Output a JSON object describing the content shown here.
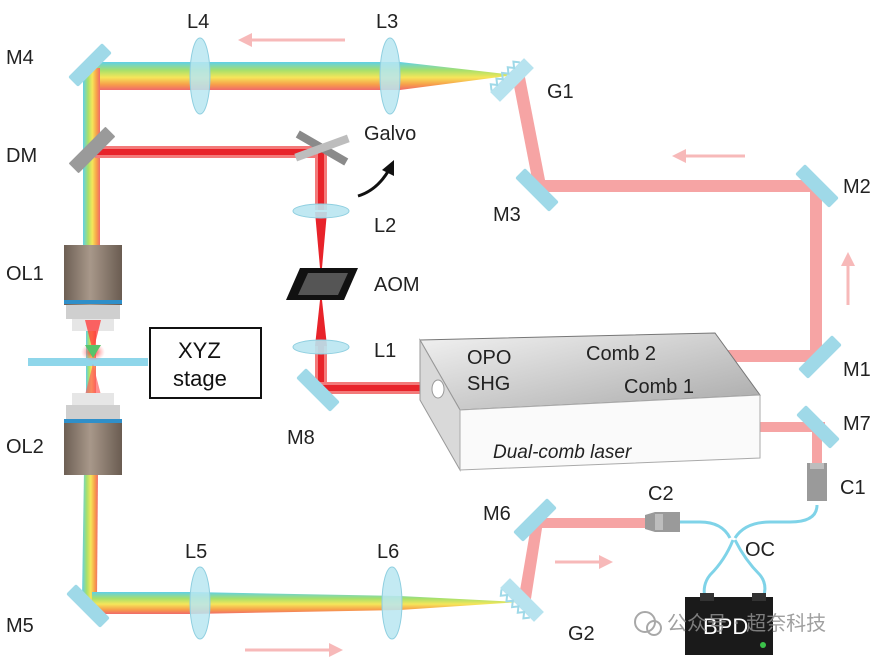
{
  "figure": {
    "labels": {
      "m4": "M4",
      "l4": "L4",
      "l3": "L3",
      "g1": "G1",
      "dm": "DM",
      "galvo": "Galvo",
      "l2": "L2",
      "m2": "M2",
      "m3": "M3",
      "ol1": "OL1",
      "aom": "AOM",
      "xyz_line1": "XYZ",
      "xyz_line2": "stage",
      "l1": "L1",
      "opo": "OPO",
      "shg": "SHG",
      "comb2": "Comb 2",
      "comb1": "Comb 1",
      "m1": "M1",
      "m7": "M7",
      "laser": "Dual-comb laser",
      "ol2": "OL2",
      "m8": "M8",
      "c1": "C1",
      "c2": "C2",
      "m6": "M6",
      "oc": "OC",
      "l5": "L5",
      "l6": "L6",
      "m5": "M5",
      "g2": "G2",
      "bpd": "BPD"
    },
    "watermark": "公众号 · 超奈科技",
    "colors": {
      "beam_red": "#e8232a",
      "beam_pink": "#f6a4a4",
      "mirror": "#9fd9e8",
      "objective": "#8c7a6c",
      "bpd_box": "#1a1a1a",
      "arrow": "#f7b9b9"
    }
  }
}
